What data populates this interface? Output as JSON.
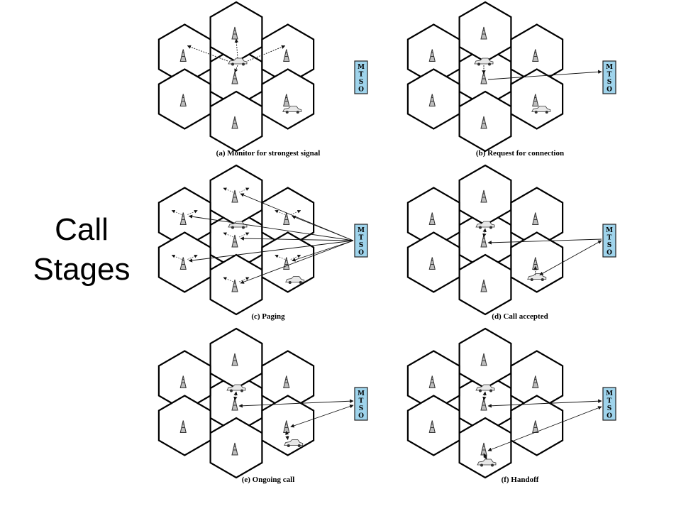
{
  "slide": {
    "title_line1": "Call",
    "title_line2": "Stages"
  },
  "mtso_letters": [
    "M",
    "T",
    "S",
    "O"
  ],
  "panels": [
    {
      "caption": "(a) Monitor for strongest signal"
    },
    {
      "caption": "(b) Request for connection"
    },
    {
      "caption": "(c) Paging"
    },
    {
      "caption": "(d) Call accepted"
    },
    {
      "caption": "(e) Ongoing call"
    },
    {
      "caption": "(f) Handoff"
    }
  ],
  "colors": {
    "mtso_fill": "#9fd4ec",
    "hex_stroke": "#000000",
    "background": "#ffffff"
  }
}
